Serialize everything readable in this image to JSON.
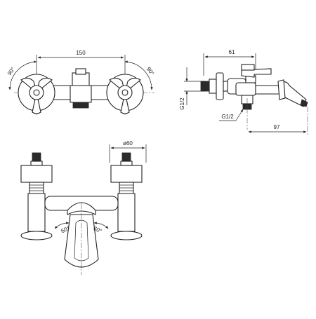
{
  "dimensions": {
    "front_width": "150",
    "angle_left": "90°",
    "angle_right": "90°",
    "side_depth": "61",
    "thread_inlet": "G1/2",
    "thread_outlet": "G1/2",
    "spout_length": "97",
    "knob_diameter": "ø60",
    "lever_angle_left": "60°",
    "lever_angle_right": "60°"
  },
  "colors": {
    "line": "#222222",
    "background": "#ffffff"
  }
}
